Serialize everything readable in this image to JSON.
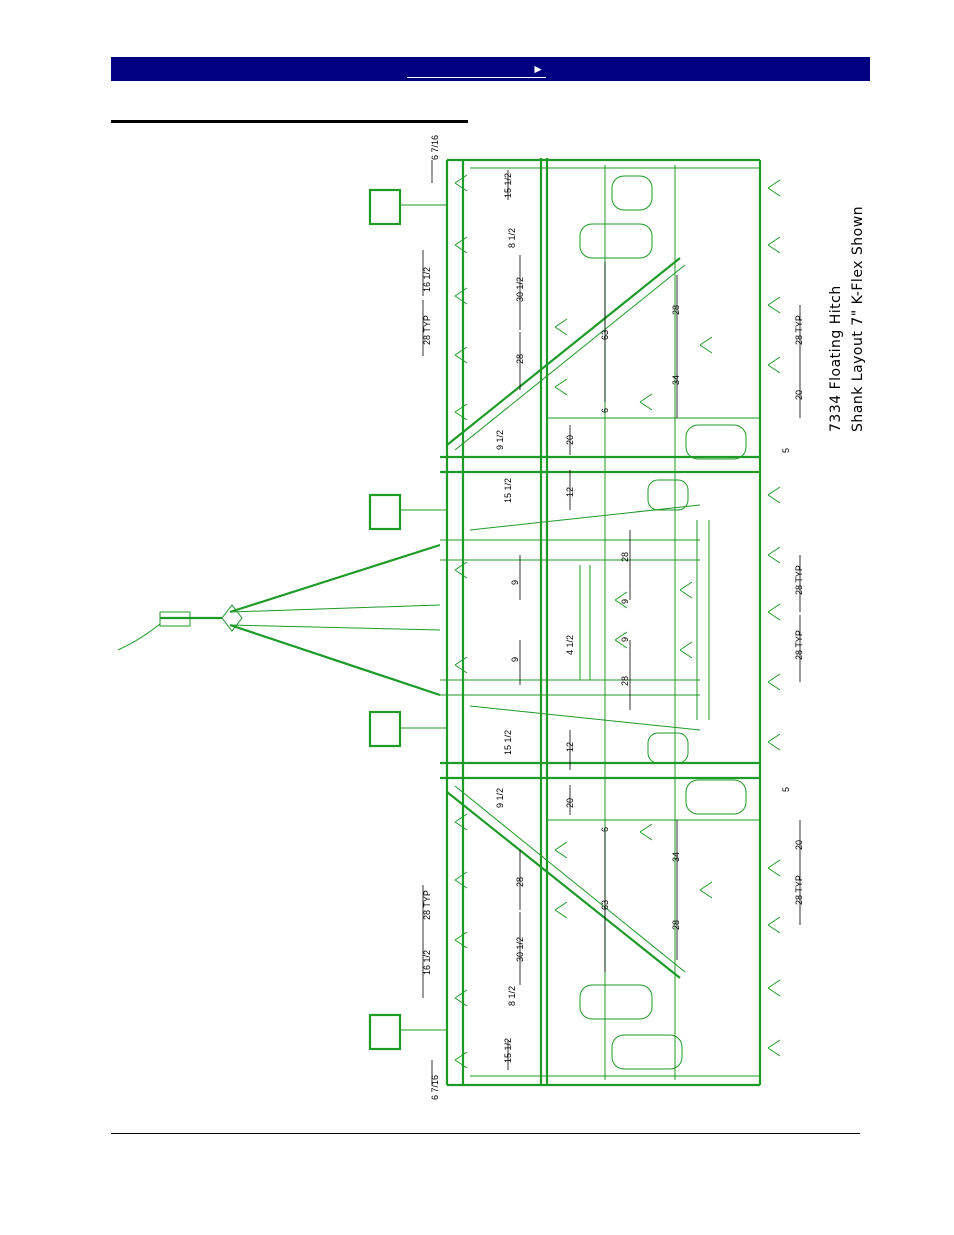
{
  "header": {
    "nav_arrow": "►",
    "bar_color": "#000080"
  },
  "drawing": {
    "caption_line1": "7334 Floating Hitch",
    "caption_line2": "Shank Layout 7\"  K-Flex Shown",
    "line_color": "#1e9a26",
    "dimensions": {
      "d6_7_16": "6 7/16",
      "d15_1_2": "15 1/2",
      "d8_1_2": "8 1/2",
      "d16_1_2": "16 1/2",
      "d30_1_2": "30 1/2",
      "d28": "28",
      "d28typ": "28 TYP",
      "d63": "63",
      "d34": "34",
      "d6": "6",
      "d20": "20",
      "d9_1_2": "9 1/2",
      "d5": "5",
      "d12": "12",
      "d9": "9",
      "d4_1_2": "4 1/2"
    }
  }
}
